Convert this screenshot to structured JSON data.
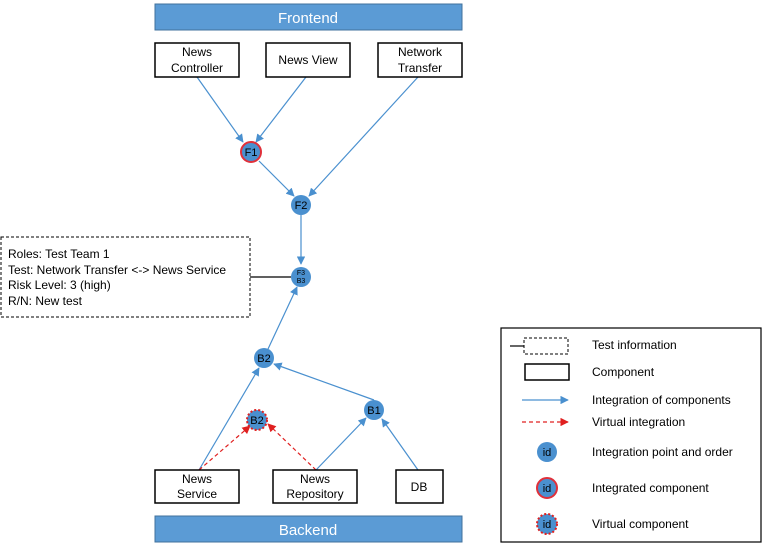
{
  "bands": {
    "frontend": "Frontend",
    "backend": "Backend"
  },
  "components": {
    "news_controller": [
      "News",
      "Controller"
    ],
    "news_view": [
      "News View"
    ],
    "network_transfer": [
      "Network",
      "Transfer"
    ],
    "news_service": [
      "News",
      "Service"
    ],
    "news_repository": [
      "News",
      "Repository"
    ],
    "db": [
      "DB"
    ]
  },
  "nodes": {
    "f1": "F1",
    "f2": "F2",
    "f3b3": [
      "F3",
      "B3"
    ],
    "b2": "B2",
    "b2_virtual": "B2",
    "b1": "B1"
  },
  "test_info": [
    "Roles: Test Team 1",
    "Test: Network Transfer <-> News Service",
    "Risk Level: 3 (high)",
    "R/N: New test"
  ],
  "legend": {
    "test_information": "Test information",
    "component": "Component",
    "integration_of_components": "Integration of components",
    "virtual_integration": "Virtual integration",
    "integration_point": "Integration point and order",
    "integrated_component": "Integrated component",
    "virtual_component": "Virtual component",
    "id_label": "id"
  },
  "colors": {
    "band": "#5b9bd5",
    "node": "#4a90cf",
    "integrated_ring": "#e0303a",
    "virtual_arrow": "#e02020",
    "arrow": "#4a90cf"
  }
}
